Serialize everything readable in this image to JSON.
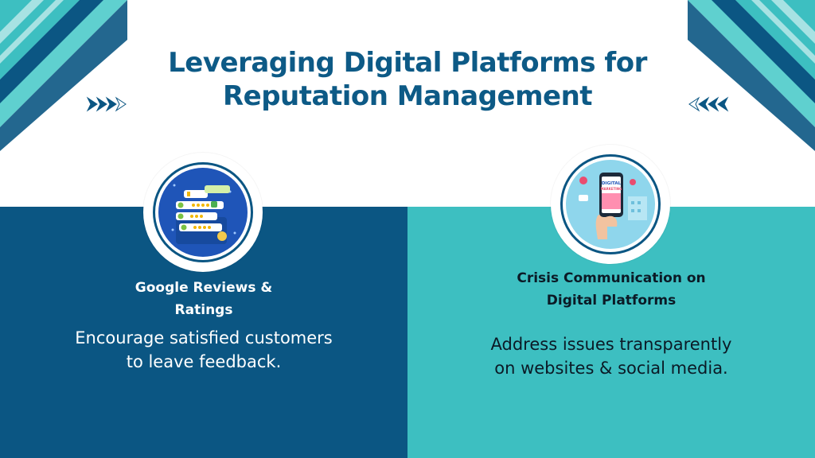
{
  "slide": {
    "title_line1": "Leveraging Digital Platforms for",
    "title_line2": "Reputation Management"
  },
  "left_card": {
    "heading_line1": "Google Reviews &",
    "heading_line2": "Ratings",
    "body_line1": "Encourage satisfied customers",
    "body_line2": "to leave feedback.",
    "image_icon": "review-stars-illustration-icon"
  },
  "right_card": {
    "heading_line1": "Crisis Communication on",
    "heading_line2": "Digital Platforms",
    "body_line1": "Address issues transparently",
    "body_line2": "on websites & social media.",
    "image_icon": "phone-digital-marketing-icon",
    "image_caption_line1": "DIGITAL",
    "image_caption_line2": "MARKETING"
  },
  "colors": {
    "navy": "#0b5683",
    "teal": "#3dbfc1",
    "title": "#0d5a86"
  }
}
